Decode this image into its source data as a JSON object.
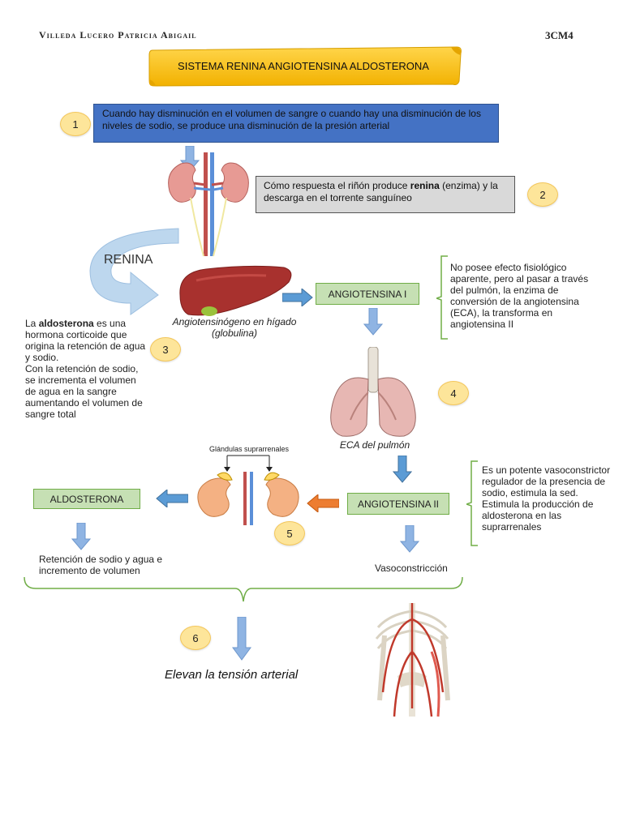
{
  "header": {
    "name": "Villeda Lucero Patricia Abigail",
    "group": "3CM4"
  },
  "title": "SISTEMA RENINA ANGIOTENSINA ALDOSTERONA",
  "step1": {
    "badge": "1",
    "text": "Cuando hay disminución en el volumen de sangre o cuando hay una disminución de los niveles de sodio, se produce una disminución de la presión arterial"
  },
  "step2": {
    "badge": "2",
    "text_before": "Cómo respuesta el riñón produce ",
    "text_bold": "renina",
    "text_after": " (enzima) y la descarga en el torrente sanguíneo"
  },
  "renina_label": "RENINA",
  "liver_caption": "Angiotensinógeno en hígado (globulina)",
  "angiotensina1": "ANGIOTENSINA I",
  "angiotensina1_note": "No posee efecto fisiológico aparente, pero al pasar a través del pulmón, la enzima de conversión de la angiotensina (ECA), la transforma en angiotensina II",
  "step3": {
    "badge": "3",
    "text_before": "La ",
    "text_bold": "aldosterona",
    "text_after": " es una hormona corticoide que origina la retención de agua y sodio.",
    "text_second": "Con la retención de sodio, se incrementa el volumen de agua en la sangre aumentando el volumen de sangre total"
  },
  "step4": {
    "badge": "4"
  },
  "lung_caption": "ECA del pulmón",
  "adrenal_label": "Glándulas suprarrenales",
  "step5": {
    "badge": "5"
  },
  "aldosterona": "ALDOSTERONA",
  "angiotensina2": "ANGIOTENSINA II",
  "angiotensina2_note": "Es un potente vasoconstrictor regulador de la presencia de sodio, estimula la sed. Estimula la producción de aldosterona en las suprarrenales",
  "retencion": "Retención de sodio y agua e incremento de volumen",
  "vasoconstriccion": "Vasoconstricción",
  "step6": {
    "badge": "6"
  },
  "conclusion": "Elevan la tensión arterial",
  "colors": {
    "blue_box": "#4472c4",
    "gray_box": "#d9d9d9",
    "green_box": "#c6e0b4",
    "green_border": "#70ad47",
    "badge": "#fde59a",
    "arrow_blue": "#8fb4e3",
    "arrow_orange": "#ed7d31",
    "title_scroll": "#ffc000"
  }
}
